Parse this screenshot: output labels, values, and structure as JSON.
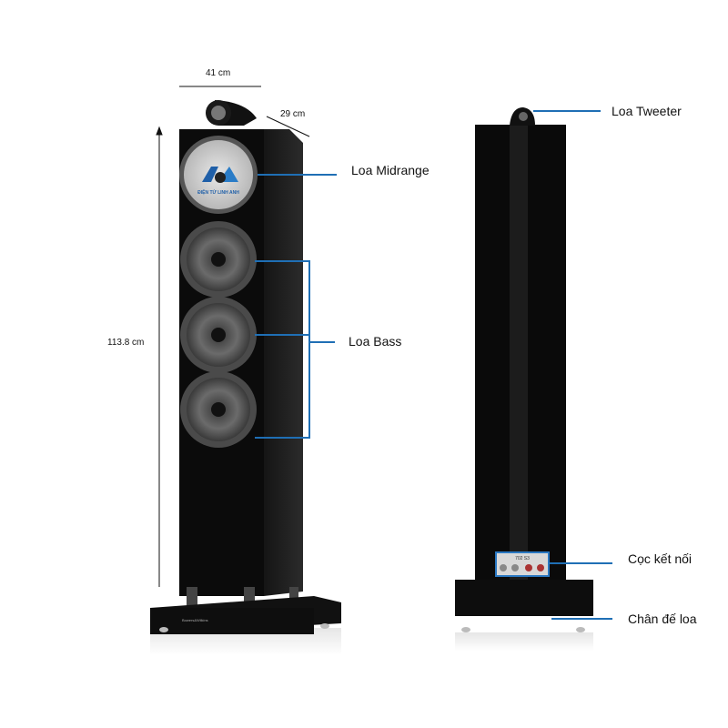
{
  "dimensions": {
    "width": "41 cm",
    "depth": "29 cm",
    "height": "113.8 cm"
  },
  "callouts": {
    "midrange": "Loa Midrange",
    "bass": "Loa Bass",
    "tweeter": "Loa Tweeter",
    "terminals": "Cọc kết nối",
    "plinth": "Chân đế loa"
  },
  "product": {
    "model_plate": "702 S3",
    "brand_plate": "Bowers&Wilkins"
  },
  "watermark": "ĐIỆN TỬ LINH ANH",
  "colors": {
    "callout_line": "#1f6fb5",
    "cabinet": "#0b0b0b"
  }
}
